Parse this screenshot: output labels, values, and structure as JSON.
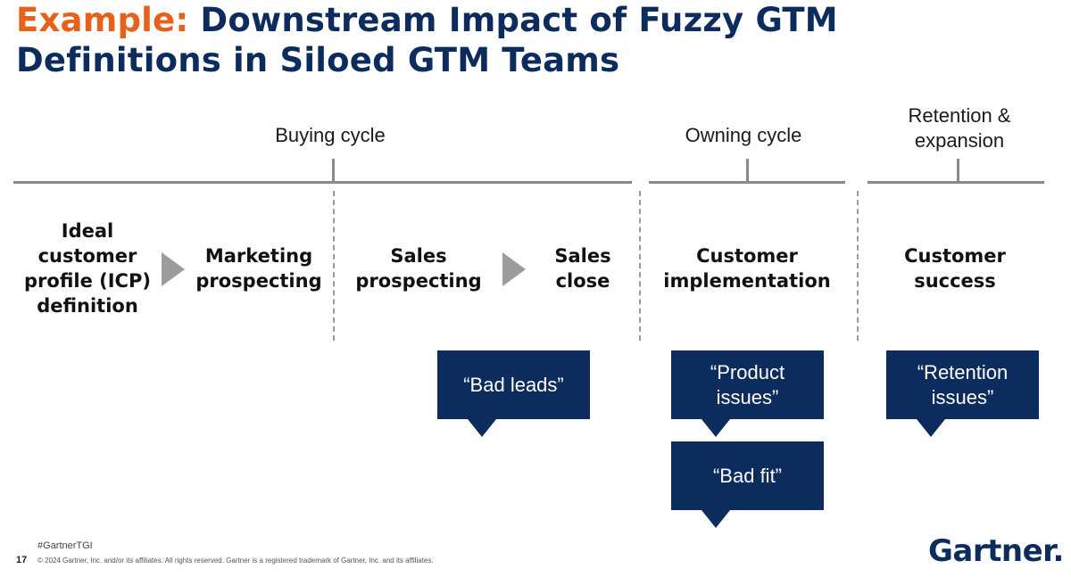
{
  "title": {
    "accent": "Example:",
    "main": "Downstream Impact of Fuzzy GTM",
    "line2": "Definitions in Siloed GTM Teams"
  },
  "phases": {
    "buying": "Buying cycle",
    "owning": "Owning cycle",
    "retention_line1": "Retention &",
    "retention_line2": "expansion"
  },
  "stages": {
    "icp": [
      "Ideal",
      "customer",
      "profile (ICP)",
      "definition"
    ],
    "marketing": [
      "Marketing",
      "prospecting"
    ],
    "sales_prospecting": [
      "Sales",
      "prospecting"
    ],
    "sales_close": [
      "Sales",
      "close"
    ],
    "implementation": [
      "Customer",
      "implementation"
    ],
    "success": [
      "Customer",
      "success"
    ]
  },
  "callouts": {
    "bad_leads": [
      "“Bad leads”"
    ],
    "product_issues": [
      "“Product",
      "issues”"
    ],
    "bad_fit": [
      "“Bad fit”"
    ],
    "retention_issues": [
      "“Retention",
      "issues”"
    ]
  },
  "footer": {
    "hashtag": "#GartnerTGI",
    "page_number": "17",
    "copyright": "© 2024 Gartner, Inc. and/or its affiliates. All rights reserved. Gartner is a registered trademark of Gartner, Inc. and its affiliates.",
    "logo": "Gartner."
  },
  "colors": {
    "navy": "#0d2c5e",
    "orange": "#e8611a",
    "gray_line": "#8a8a8a",
    "arrow": "#9c9c9c"
  }
}
